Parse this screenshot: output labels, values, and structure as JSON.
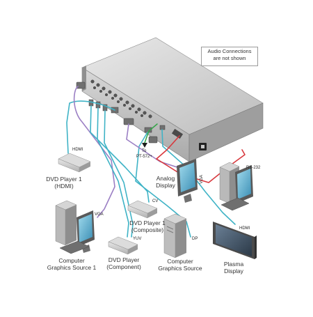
{
  "note": {
    "line1": "Audio Connections",
    "line2": "are not shown"
  },
  "devices": {
    "dvd_hdmi": {
      "line1": "DVD Player 1",
      "line2": "(HDMI)"
    },
    "dvd_composite": {
      "line1": "DVD Player 1",
      "line2": "(Composite)"
    },
    "dvd_component": {
      "line1": "DVD Player",
      "line2": "(Component)"
    },
    "computer_source_1": {
      "line1": "Computer",
      "line2": "Graphics Source 1"
    },
    "computer_source": {
      "line1": "Computer",
      "line2": "Graphics Source"
    },
    "analog_display": {
      "line1": "Analog",
      "line2": "Display"
    },
    "plasma_display": {
      "line1": "Plasma",
      "line2": "Display"
    }
  },
  "port_labels": {
    "hdmi_in": "HDMI",
    "cv": "CV",
    "vga_in": "VGA",
    "yuv": "YUV",
    "dp": "DP",
    "vga_out": "VGA",
    "hdmi_out": "HDMI",
    "rs232": "RS-232",
    "to_label": "To",
    "pt_label": "PT-572+"
  },
  "cable_colors": {
    "hdmi": "#3fb3c6",
    "vga": "#9b7fc4",
    "rs232": "#d8383d",
    "control": "#36a64a"
  }
}
